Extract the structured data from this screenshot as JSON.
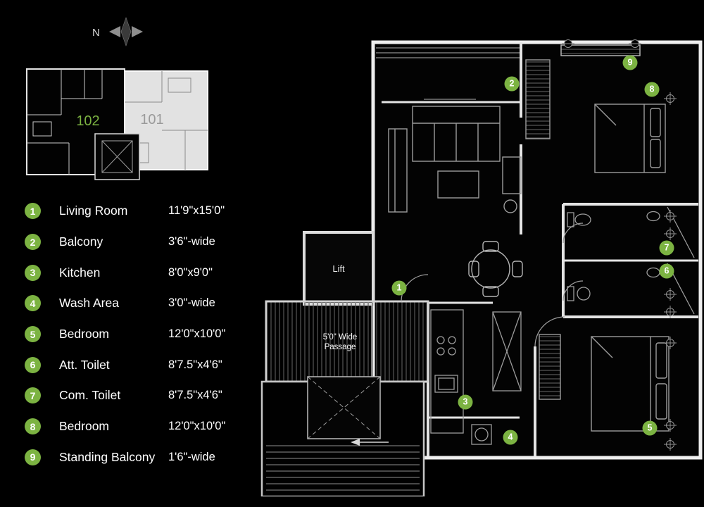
{
  "colors": {
    "background": "#000000",
    "marker_green": "#7cb342",
    "plan_lines": "#efefef",
    "unit_101_fill": "#e2e2e2"
  },
  "compass": {
    "label": "N"
  },
  "key_plan": {
    "left_unit_label": "102",
    "right_unit_label": "101"
  },
  "legend": {
    "items": [
      {
        "num": "1",
        "name": "Living Room",
        "size": "11'9\"x15'0\""
      },
      {
        "num": "2",
        "name": "Balcony",
        "size": "3'6\"-wide"
      },
      {
        "num": "3",
        "name": "Kitchen",
        "size": "8'0\"x9'0\""
      },
      {
        "num": "4",
        "name": "Wash Area",
        "size": "3'0\"-wide"
      },
      {
        "num": "5",
        "name": "Bedroom",
        "size": "12'0\"x10'0\""
      },
      {
        "num": "6",
        "name": "Att. Toilet",
        "size": "8'7.5\"x4'6\""
      },
      {
        "num": "7",
        "name": "Com. Toilet",
        "size": "8'7.5\"x4'6\""
      },
      {
        "num": "8",
        "name": "Bedroom",
        "size": "12'0\"x10'0\""
      },
      {
        "num": "9",
        "name": "Standing Balcony",
        "size": "1'6\"-wide"
      }
    ]
  },
  "plan": {
    "lift_label": "Lift",
    "passage_label_line1": "5'0\"  Wide",
    "passage_label_line2": "Passage",
    "markers": [
      {
        "num": "1"
      },
      {
        "num": "2"
      },
      {
        "num": "3"
      },
      {
        "num": "4"
      },
      {
        "num": "5"
      },
      {
        "num": "6"
      },
      {
        "num": "7"
      },
      {
        "num": "8"
      },
      {
        "num": "9"
      }
    ]
  }
}
